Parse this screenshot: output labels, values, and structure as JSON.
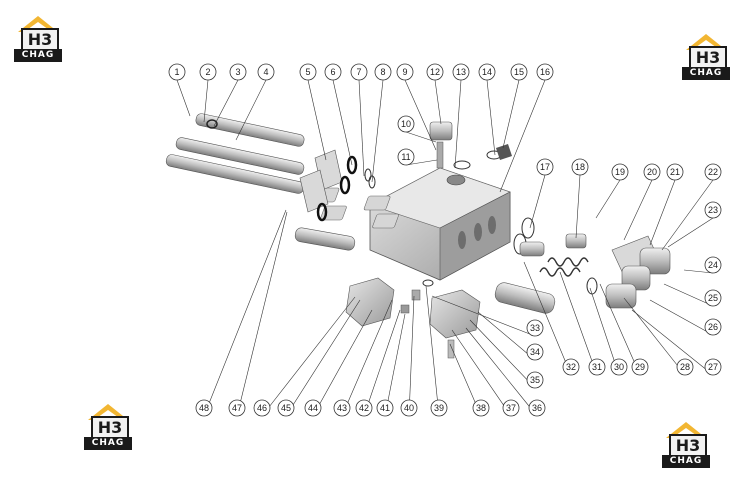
{
  "logo": {
    "mark": "H3",
    "text": "CHAG",
    "colors": {
      "roof": "#f2b632",
      "box": "#1a1a1a"
    }
  },
  "callouts": {
    "top": [
      "1",
      "2",
      "3",
      "4",
      "5",
      "6",
      "7",
      "8",
      "9",
      "12",
      "13",
      "14",
      "15",
      "16"
    ],
    "mid": [
      "10",
      "11"
    ],
    "right": [
      "17",
      "18",
      "19",
      "20",
      "21",
      "22",
      "23",
      "24",
      "25",
      "26",
      "27",
      "28",
      "29",
      "30",
      "31",
      "32"
    ],
    "bottom": [
      "48",
      "47",
      "46",
      "45",
      "44",
      "43",
      "42",
      "41",
      "40",
      "39",
      "38",
      "37",
      "36",
      "35",
      "34",
      "33"
    ]
  },
  "colors": {
    "part": "#c8c8c8",
    "part_dark": "#8a8a8a",
    "seal": "#1a1a1a",
    "line": "#333333"
  }
}
